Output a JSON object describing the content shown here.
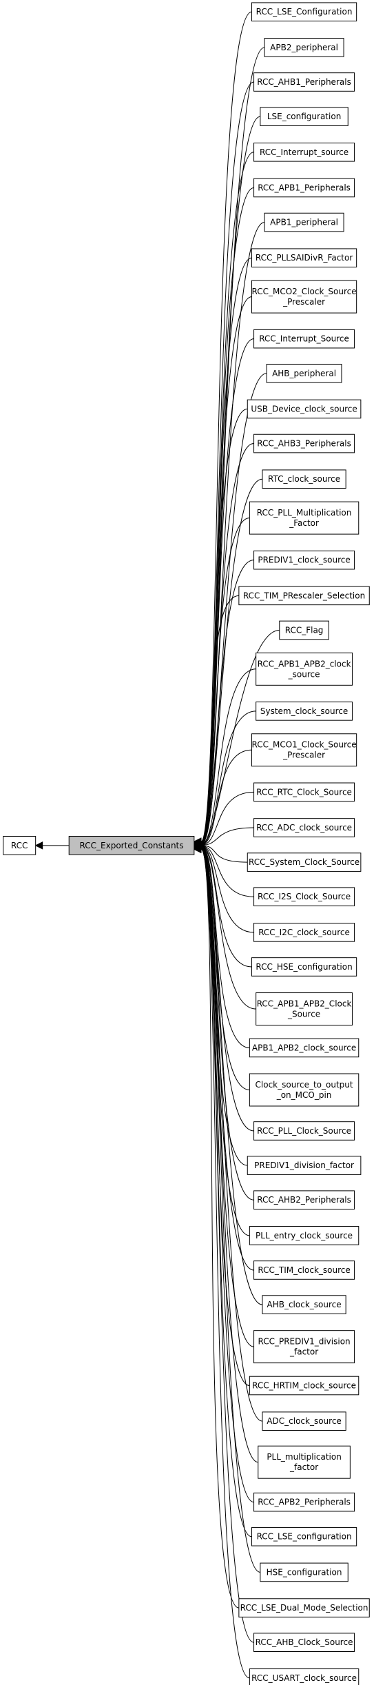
{
  "root": {
    "label": [
      "RCC"
    ]
  },
  "center": {
    "label": [
      "RCC_Exported_Constants"
    ]
  },
  "children": [
    {
      "label": [
        "RCC_LSE_Configuration"
      ]
    },
    {
      "label": [
        "APB2_peripheral"
      ]
    },
    {
      "label": [
        "RCC_AHB1_Peripherals"
      ]
    },
    {
      "label": [
        "LSE_configuration"
      ]
    },
    {
      "label": [
        "RCC_Interrupt_source"
      ]
    },
    {
      "label": [
        "RCC_APB1_Peripherals"
      ]
    },
    {
      "label": [
        "APB1_peripheral"
      ]
    },
    {
      "label": [
        "RCC_PLLSAIDivR_Factor"
      ]
    },
    {
      "label": [
        "RCC_MCO2_Clock_Source",
        "_Prescaler"
      ]
    },
    {
      "label": [
        "RCC_Interrupt_Source"
      ]
    },
    {
      "label": [
        "AHB_peripheral"
      ]
    },
    {
      "label": [
        "USB_Device_clock_source"
      ]
    },
    {
      "label": [
        "RCC_AHB3_Peripherals"
      ]
    },
    {
      "label": [
        "RTC_clock_source"
      ]
    },
    {
      "label": [
        "RCC_PLL_Multiplication",
        "_Factor"
      ]
    },
    {
      "label": [
        "PREDIV1_clock_source"
      ]
    },
    {
      "label": [
        "RCC_TIM_PRescaler_Selection"
      ]
    },
    {
      "label": [
        "RCC_Flag"
      ]
    },
    {
      "label": [
        "RCC_APB1_APB2_clock",
        "_source"
      ]
    },
    {
      "label": [
        "System_clock_source"
      ]
    },
    {
      "label": [
        "RCC_MCO1_Clock_Source",
        "_Prescaler"
      ]
    },
    {
      "label": [
        "RCC_RTC_Clock_Source"
      ]
    },
    {
      "label": [
        "RCC_ADC_clock_source"
      ]
    },
    {
      "label": [
        "RCC_System_Clock_Source"
      ]
    },
    {
      "label": [
        "RCC_I2S_Clock_Source"
      ]
    },
    {
      "label": [
        "RCC_I2C_clock_source"
      ]
    },
    {
      "label": [
        "RCC_HSE_configuration"
      ]
    },
    {
      "label": [
        "RCC_APB1_APB2_Clock",
        "_Source"
      ]
    },
    {
      "label": [
        "APB1_APB2_clock_source"
      ]
    },
    {
      "label": [
        "Clock_source_to_output",
        "_on_MCO_pin"
      ]
    },
    {
      "label": [
        "RCC_PLL_Clock_Source"
      ]
    },
    {
      "label": [
        "PREDIV1_division_factor"
      ]
    },
    {
      "label": [
        "RCC_AHB2_Peripherals"
      ]
    },
    {
      "label": [
        "PLL_entry_clock_source"
      ]
    },
    {
      "label": [
        "RCC_TIM_clock_source"
      ]
    },
    {
      "label": [
        "AHB_clock_source"
      ]
    },
    {
      "label": [
        "RCC_PREDIV1_division",
        "_factor"
      ]
    },
    {
      "label": [
        "RCC_HRTIM_clock_source"
      ]
    },
    {
      "label": [
        "ADC_clock_source"
      ]
    },
    {
      "label": [
        "PLL_multiplication",
        "_factor"
      ]
    },
    {
      "label": [
        "RCC_APB2_Peripherals"
      ]
    },
    {
      "label": [
        "RCC_LSE_configuration"
      ]
    },
    {
      "label": [
        "HSE_configuration"
      ]
    },
    {
      "label": [
        "RCC_LSE_Dual_Mode_Selection"
      ]
    },
    {
      "label": [
        "RCC_AHB_Clock_Source"
      ]
    },
    {
      "label": [
        "RCC_USART_clock_source"
      ]
    }
  ]
}
